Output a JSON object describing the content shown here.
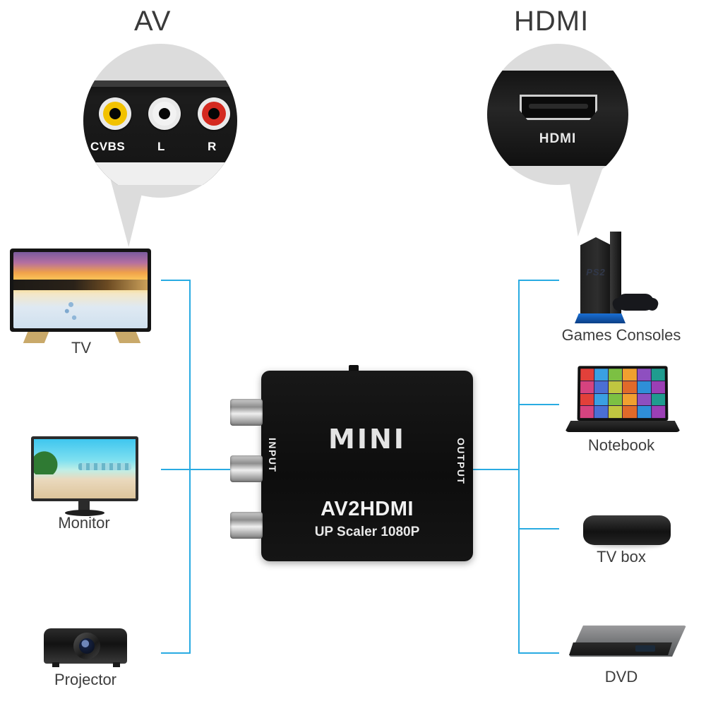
{
  "colors": {
    "line": "#29abe2",
    "bubble": "#dcdcdc",
    "label_text": "#3d3d3d",
    "device_black": "#141414",
    "rca_video": "#f2c200",
    "rca_left": "#f2f2f2",
    "rca_right": "#d42a20"
  },
  "callouts": {
    "av": {
      "title": "AV",
      "ports": [
        {
          "label": "CVBS",
          "color_name": "yellow"
        },
        {
          "label": "L",
          "color_name": "white"
        },
        {
          "label": "R",
          "color_name": "red"
        }
      ]
    },
    "hdmi": {
      "title": "HDMI",
      "port_label": "HDMI"
    }
  },
  "converter": {
    "brand": "MINI",
    "model": "AV2HDMI",
    "subtitle": "UP Scaler 1080P",
    "input_label": "INPUT",
    "output_label": "OUTPUT",
    "input_jacks": 3
  },
  "input_devices": [
    {
      "name": "TV",
      "label": "TV"
    },
    {
      "name": "Monitor",
      "label": "Monitor"
    },
    {
      "name": "Projector",
      "label": "Projector"
    }
  ],
  "output_devices": [
    {
      "name": "Games Consoles",
      "label": "Games Consoles"
    },
    {
      "name": "Notebook",
      "label": "Notebook"
    },
    {
      "name": "TV box",
      "label": "TV box"
    },
    {
      "name": "DVD",
      "label": "DVD"
    }
  ]
}
